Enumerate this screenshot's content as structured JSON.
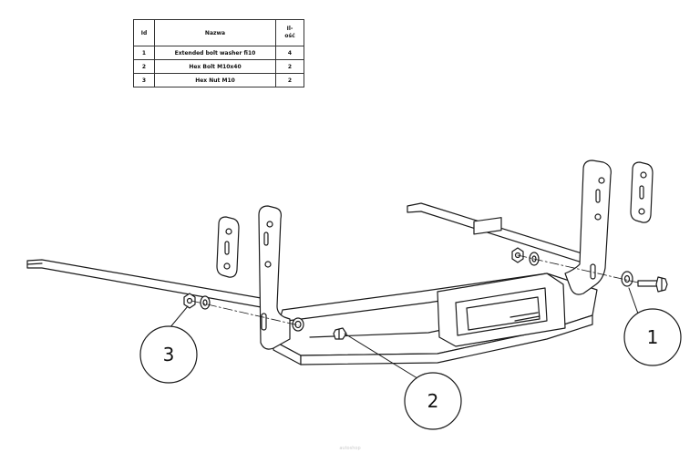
{
  "parts_table": {
    "headers": {
      "id": "Id",
      "name": "Nazwa",
      "qty_line1": "Il-",
      "qty_line2": "ość"
    },
    "rows": [
      {
        "id": "1",
        "name": "Extended bolt washer fi10",
        "qty": "4"
      },
      {
        "id": "2",
        "name": "Hex Bolt M10x40",
        "qty": "2"
      },
      {
        "id": "3",
        "name": "Hex Nut M10",
        "qty": "2"
      }
    ]
  },
  "callouts": [
    {
      "label": "1",
      "part": "Extended bolt washer fi10"
    },
    {
      "label": "2",
      "part": "Hex Bolt M10x40"
    },
    {
      "label": "3",
      "part": "Hex Nut M10"
    }
  ],
  "watermark": "autoshop",
  "colors": {
    "line": "#1a1a1a",
    "fill": "#ffffff"
  }
}
